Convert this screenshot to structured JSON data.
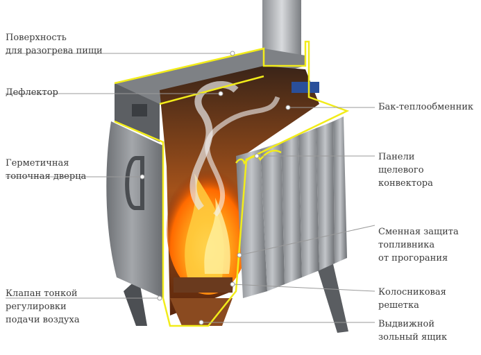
{
  "labels": {
    "surface": [
      "Поверхность",
      "для разогрева пищи"
    ],
    "deflector": [
      "Дефлектор"
    ],
    "door": [
      "Герметичная",
      "топочная дверца"
    ],
    "valve": [
      "Клапан тонкой",
      "регулировки",
      "подачи воздуха"
    ],
    "tank": [
      "Бак-теплообменник"
    ],
    "panels": [
      "Панели",
      "щелевого",
      "конвектора"
    ],
    "protection": [
      "Сменная защита",
      "топливника",
      "от прогорания"
    ],
    "grate": [
      "Колосниковая",
      "решетка"
    ],
    "ashbox": [
      "Выдвижной",
      "зольный ящик"
    ]
  },
  "colors": {
    "text": "#3a3a3a",
    "leader": "#9a9a9a",
    "steel": "#8c8f93",
    "steel_dark": "#55585c",
    "cutline": "#f2ec1a",
    "fire": "#ff8a10",
    "interior": "#7a3a14"
  }
}
